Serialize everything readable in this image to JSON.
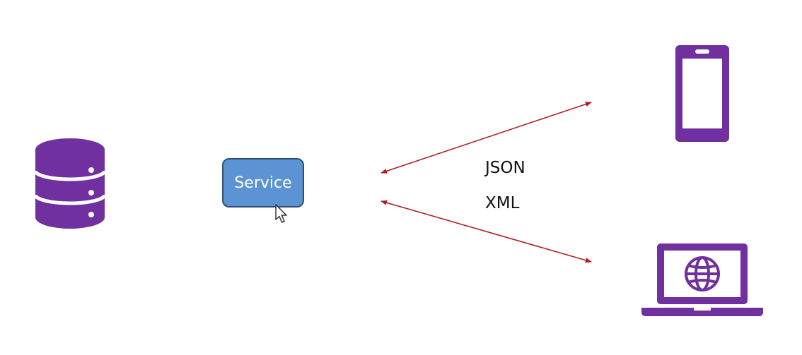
{
  "service": {
    "label": "Service"
  },
  "formats": {
    "json": "JSON",
    "xml": "XML"
  },
  "icons": {
    "database": "database-icon",
    "phone": "mobile-phone-icon",
    "laptop": "laptop-globe-icon",
    "cursor": "mouse-pointer-icon"
  },
  "colors": {
    "icon_purple": "#7030a0",
    "service_fill": "#5c93d4",
    "service_border": "#2f4f72",
    "arrow_red": "#b01e23",
    "text": "#111111"
  }
}
